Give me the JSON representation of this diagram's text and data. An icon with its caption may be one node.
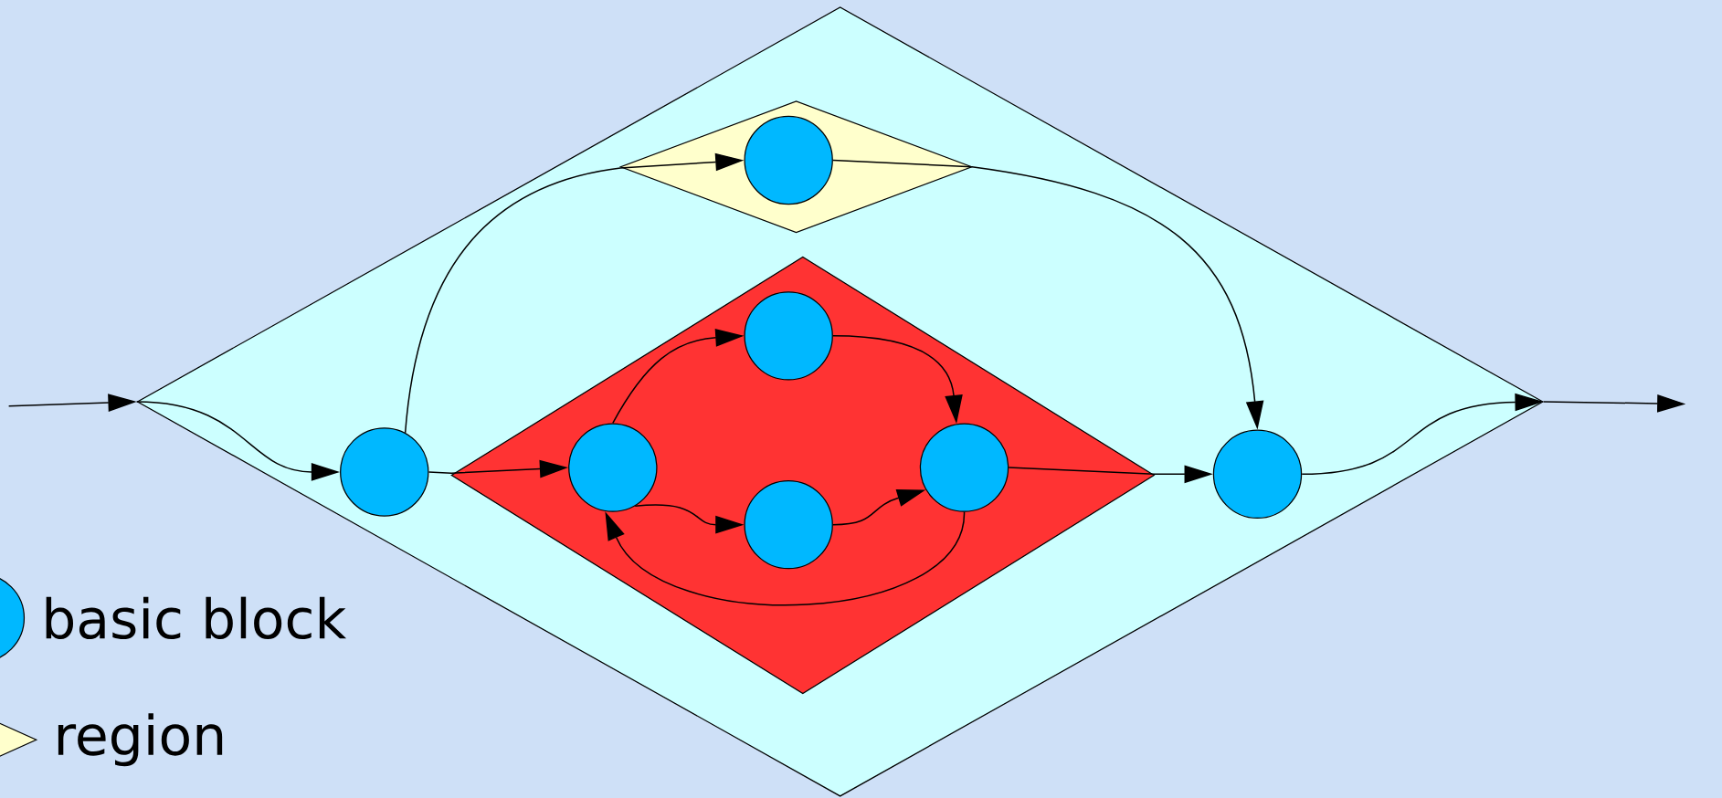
{
  "diagram": {
    "nodes": [
      {
        "text": [],
        "shape": "diamond"
      },
      {
        "text": [],
        "shape": "diamond",
        "in": 0
      },
      {
        "text": [],
        "shape": "circle",
        "in": 1
      },
      {
        "text": [],
        "shape": "circle",
        "in": 0
      },
      {
        "text": [],
        "shape": "diamond",
        "in": 0
      },
      {
        "text": [],
        "shape": "circle",
        "in": 4
      },
      {
        "text": [],
        "shape": "circle",
        "in": 4
      },
      {
        "text": [],
        "shape": "circle",
        "in": 4
      },
      {
        "text": [],
        "shape": "circle",
        "in": 4
      },
      {
        "text": [],
        "shape": "circle",
        "in": 0
      }
    ],
    "edges": [
      {
        "from": null,
        "to": 0,
        "arrow": "to"
      },
      {
        "from": 0,
        "to": 3,
        "arrow": "to"
      },
      {
        "from": 3,
        "to": 2,
        "arrow": "to"
      },
      {
        "from": 3,
        "to": 5,
        "arrow": "to"
      },
      {
        "from": 5,
        "to": 6,
        "arrow": "to"
      },
      {
        "from": 5,
        "to": 7,
        "arrow": "to"
      },
      {
        "from": 7,
        "to": 8,
        "arrow": "to"
      },
      {
        "from": 6,
        "to": 8,
        "arrow": "to"
      },
      {
        "from": 8,
        "to": 5,
        "arrow": "to"
      },
      {
        "from": 8,
        "to": 9,
        "arrow": "to"
      },
      {
        "from": 2,
        "to": 9,
        "arrow": "to"
      },
      {
        "from": 9,
        "to": 0,
        "arrow": "to"
      },
      {
        "from": 0,
        "to": null,
        "arrow": "to"
      }
    ],
    "legend": [
      {
        "text": "basic block"
      },
      {
        "text": "region"
      }
    ]
  }
}
